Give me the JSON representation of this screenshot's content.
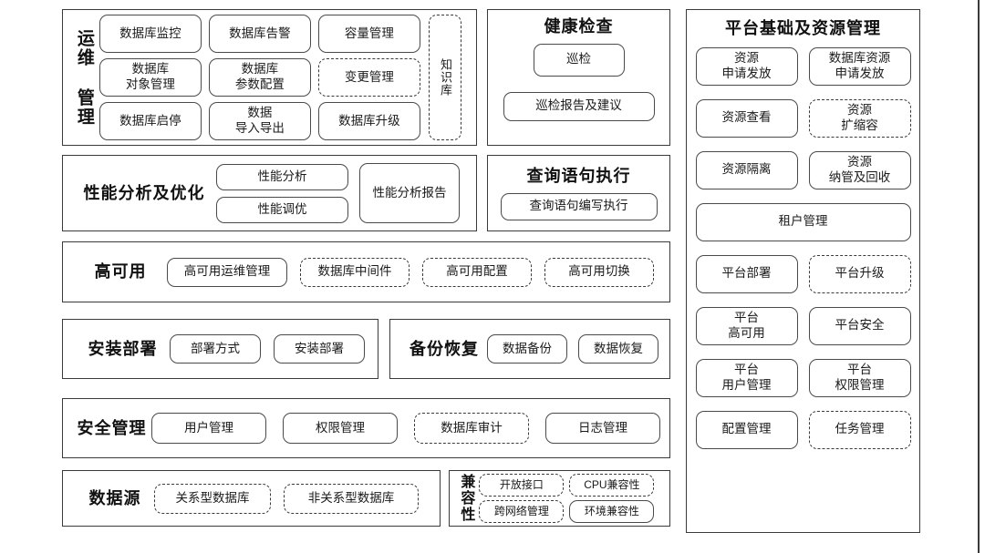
{
  "diagram": {
    "title_hidden": "",
    "sections": {
      "ops": {
        "title": "运维\n管理",
        "items": [
          {
            "label": "数据库监控",
            "dashed": false
          },
          {
            "label": "数据库告警",
            "dashed": false
          },
          {
            "label": "容量管理",
            "dashed": false
          },
          {
            "label": "数据库\n对象管理",
            "dashed": false
          },
          {
            "label": "数据库\n参数配置",
            "dashed": false
          },
          {
            "label": "变更管理",
            "dashed": true
          },
          {
            "label": "数据库启停",
            "dashed": false
          },
          {
            "label": "数据\n导入导出",
            "dashed": false
          },
          {
            "label": "数据库升级",
            "dashed": false
          }
        ],
        "side_item": {
          "label": "知识库",
          "dashed": true
        }
      },
      "health": {
        "title": "健康检查",
        "items": [
          {
            "label": "巡检",
            "dashed": false
          },
          {
            "label": "巡检报告及建议",
            "dashed": false
          }
        ]
      },
      "perf": {
        "title": "性能分析及优化",
        "items": [
          {
            "label": "性能分析",
            "dashed": false
          },
          {
            "label": "性能调优",
            "dashed": false
          },
          {
            "label": "性能分析报告",
            "dashed": false
          }
        ]
      },
      "query": {
        "title": "查询语句执行",
        "items": [
          {
            "label": "查询语句编写执行",
            "dashed": false
          }
        ]
      },
      "ha": {
        "title": "高可用",
        "items": [
          {
            "label": "高可用运维管理",
            "dashed": false
          },
          {
            "label": "数据库中间件",
            "dashed": true
          },
          {
            "label": "高可用配置",
            "dashed": true
          },
          {
            "label": "高可用切换",
            "dashed": true
          }
        ]
      },
      "install": {
        "title": "安装部署",
        "items": [
          {
            "label": "部署方式",
            "dashed": false
          },
          {
            "label": "安装部署",
            "dashed": false
          }
        ]
      },
      "backup": {
        "title": "备份恢复",
        "items": [
          {
            "label": "数据备份",
            "dashed": false
          },
          {
            "label": "数据恢复",
            "dashed": false
          }
        ]
      },
      "security": {
        "title": "安全管理",
        "items": [
          {
            "label": "用户管理",
            "dashed": false
          },
          {
            "label": "权限管理",
            "dashed": false
          },
          {
            "label": "数据库审计",
            "dashed": true
          },
          {
            "label": "日志管理",
            "dashed": false
          }
        ]
      },
      "datasource": {
        "title": "数据源",
        "items": [
          {
            "label": "关系型数据库",
            "dashed": true
          },
          {
            "label": "非关系型数据库",
            "dashed": true
          }
        ]
      },
      "compat": {
        "title": "兼容性",
        "items": [
          {
            "label": "开放接口",
            "dashed": true
          },
          {
            "label": "CPU兼容性",
            "dashed": true
          },
          {
            "label": "跨网络管理",
            "dashed": true
          },
          {
            "label": "环境兼容性",
            "dashed": false
          }
        ]
      },
      "platform": {
        "title": "平台基础及资源管理",
        "items": [
          {
            "label": "资源\n申请发放",
            "dashed": false
          },
          {
            "label": "数据库资源\n申请发放",
            "dashed": false
          },
          {
            "label": "资源查看",
            "dashed": false
          },
          {
            "label": "资源\n扩缩容",
            "dashed": true
          },
          {
            "label": "资源隔离",
            "dashed": false
          },
          {
            "label": "资源\n纳管及回收",
            "dashed": false
          },
          {
            "label": "租户管理",
            "dashed": false
          },
          {
            "label": "平台部署",
            "dashed": false
          },
          {
            "label": "平台升级",
            "dashed": true
          },
          {
            "label": "平台\n高可用",
            "dashed": false
          },
          {
            "label": "平台安全",
            "dashed": false
          },
          {
            "label": "平台\n用户管理",
            "dashed": false
          },
          {
            "label": "平台\n权限管理",
            "dashed": false
          },
          {
            "label": "配置管理",
            "dashed": false
          },
          {
            "label": "任务管理",
            "dashed": true
          }
        ]
      }
    },
    "colors": {
      "border": "#3a3a3a",
      "chip_border": "#4a4a4a",
      "text": "#1a1a1a",
      "background": "#ffffff"
    }
  }
}
